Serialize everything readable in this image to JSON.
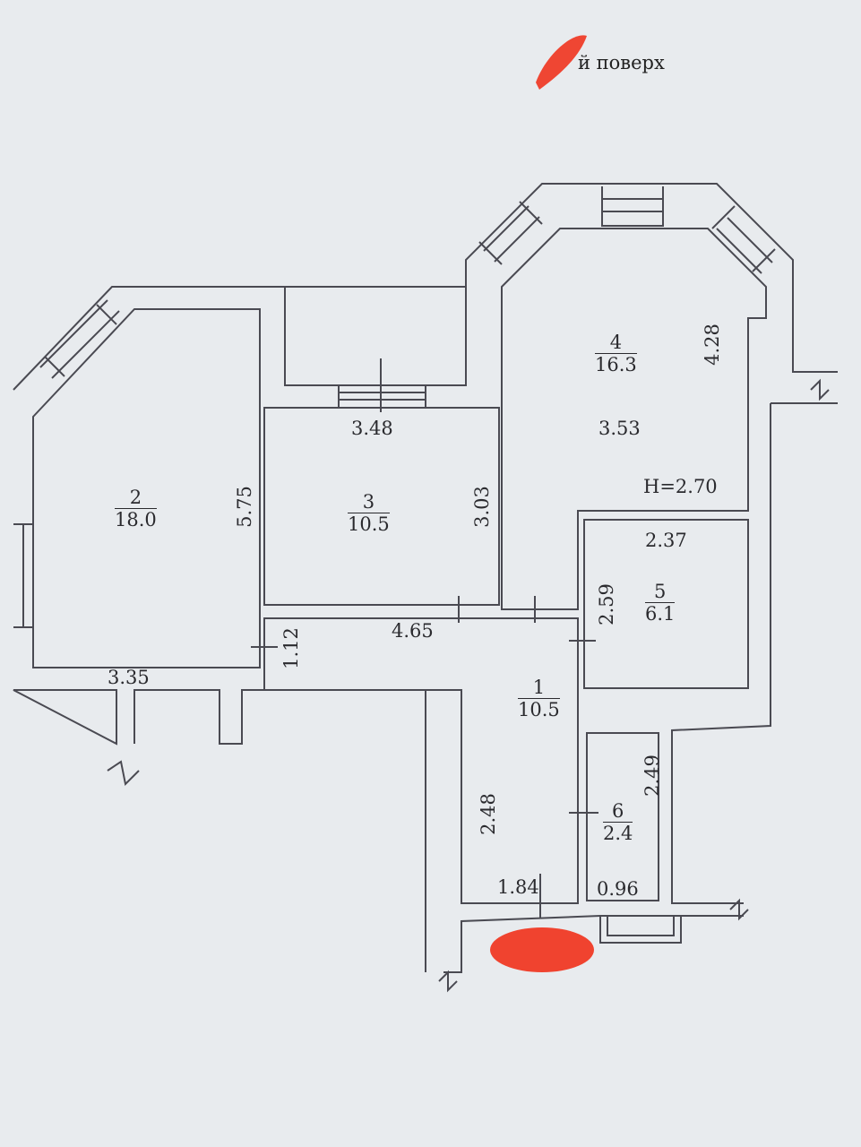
{
  "header": {
    "floor_label": "й поверх"
  },
  "colors": {
    "wall": "#4a4a52",
    "background": "#e8ebee",
    "redaction": "#f0341e"
  },
  "rooms": [
    {
      "number": "1",
      "area": "10.5"
    },
    {
      "number": "2",
      "area": "18.0"
    },
    {
      "number": "3",
      "area": "10.5"
    },
    {
      "number": "4",
      "area": "16.3"
    },
    {
      "number": "5",
      "area": "6.1"
    },
    {
      "number": "6",
      "area": "2.4"
    }
  ],
  "dimensions": {
    "r2_height": "5.75",
    "r2_width": "3.35",
    "corridor_small": "1.12",
    "r3_width": "3.48",
    "r3_height": "3.03",
    "corridor_length": "4.65",
    "r4_width": "3.53",
    "r4_height": "4.28",
    "ceiling_height": "H=2.70",
    "r5_width": "2.37",
    "r5_height": "2.59",
    "hall_height": "2.48",
    "hall_width": "1.84",
    "r6_height": "2.49",
    "r6_width": "0.96"
  }
}
